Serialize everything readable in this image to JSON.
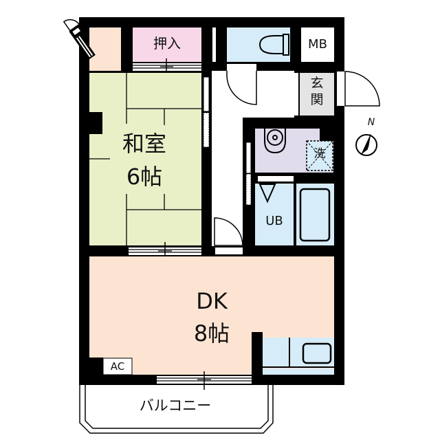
{
  "floorplan": {
    "colors": {
      "wall": "#000000",
      "washitsu": "#e9f0c8",
      "dk": "#fde4d2",
      "closet": "#f8d7e8",
      "storage": "#fde4d2",
      "wet_area": "#d6ecf8",
      "washroom": "#e1dcec",
      "genkan": "#e4e4e4",
      "mb": "#ffffff"
    },
    "rooms": {
      "washitsu": {
        "name": "和室",
        "size": "6帖"
      },
      "dk": {
        "name": "DK",
        "size": "8帖"
      },
      "closet": {
        "name": "押入"
      },
      "toilet": {
        "name": ""
      },
      "mb": {
        "name": "MB"
      },
      "genkan": {
        "name": "玄関"
      },
      "washroom": {
        "name": ""
      },
      "laundry": {
        "name": "洗"
      },
      "bath": {
        "name": "UB"
      },
      "kitchen": {
        "name": ""
      },
      "balcony": {
        "name": "バルコニー"
      },
      "ac": {
        "name": "AC"
      }
    },
    "compass": {
      "label": "N"
    }
  }
}
